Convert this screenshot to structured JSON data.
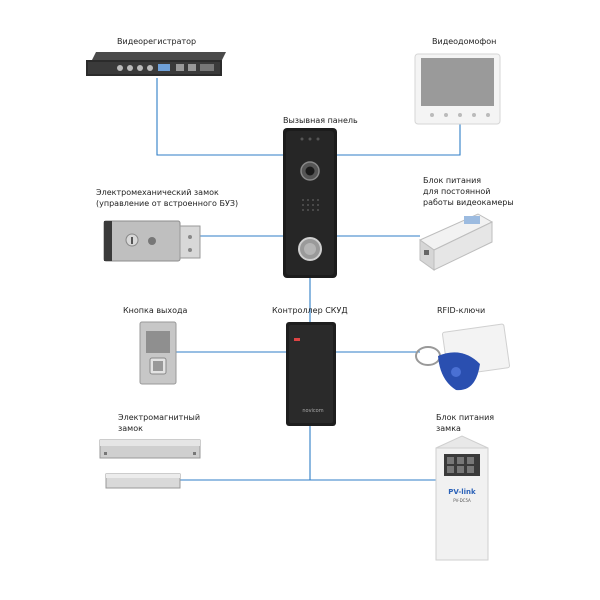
{
  "labels": {
    "dvr": "Видеорегистратор",
    "monitor": "Видеодомофон",
    "panel": "Вызывная панель",
    "lock_em_1": "Электромеханический замок",
    "lock_em_2": "(управление от встроенного БУЗ)",
    "psu_cam_1": "Блок питания",
    "psu_cam_2": "для постоянной",
    "psu_cam_3": "работы видеокамеры",
    "exit_button": "Кнопка выхода",
    "controller": "Контроллер СКУД",
    "rfid": "RFID-ключи",
    "maglock_1": "Электромагнитный",
    "maglock_2": "замок",
    "psu_lock_1": "Блок питания",
    "psu_lock_2": "замка"
  },
  "device_text": {
    "controller_brand": "novicom",
    "psu_brand": "PV-link",
    "psu_model": "PV-DC5A"
  },
  "colors": {
    "wire": "#2f7ec7",
    "panel_body": "#1c1c1c",
    "metal": "#c9c9c9",
    "rfid_tag": "#2a4fb0"
  }
}
